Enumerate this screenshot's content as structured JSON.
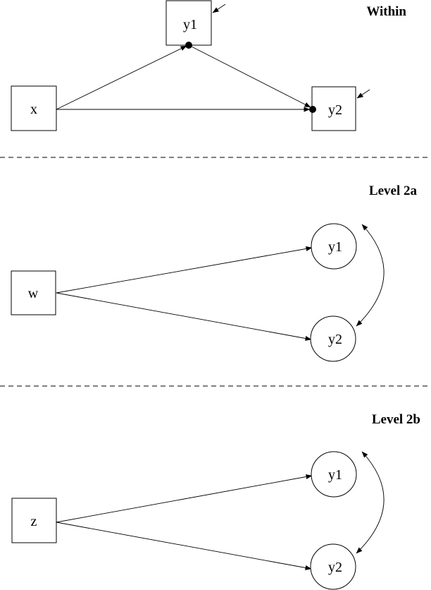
{
  "sections": {
    "within": {
      "title": "Within",
      "nodes": {
        "x": "x",
        "y1": "y1",
        "y2": "y2"
      }
    },
    "level2a": {
      "title": "Level 2a",
      "nodes": {
        "w": "w",
        "y1": "y1",
        "y2": "y2"
      }
    },
    "level2b": {
      "title": "Level 2b",
      "nodes": {
        "z": "z",
        "y1": "y1",
        "y2": "y2"
      }
    }
  }
}
